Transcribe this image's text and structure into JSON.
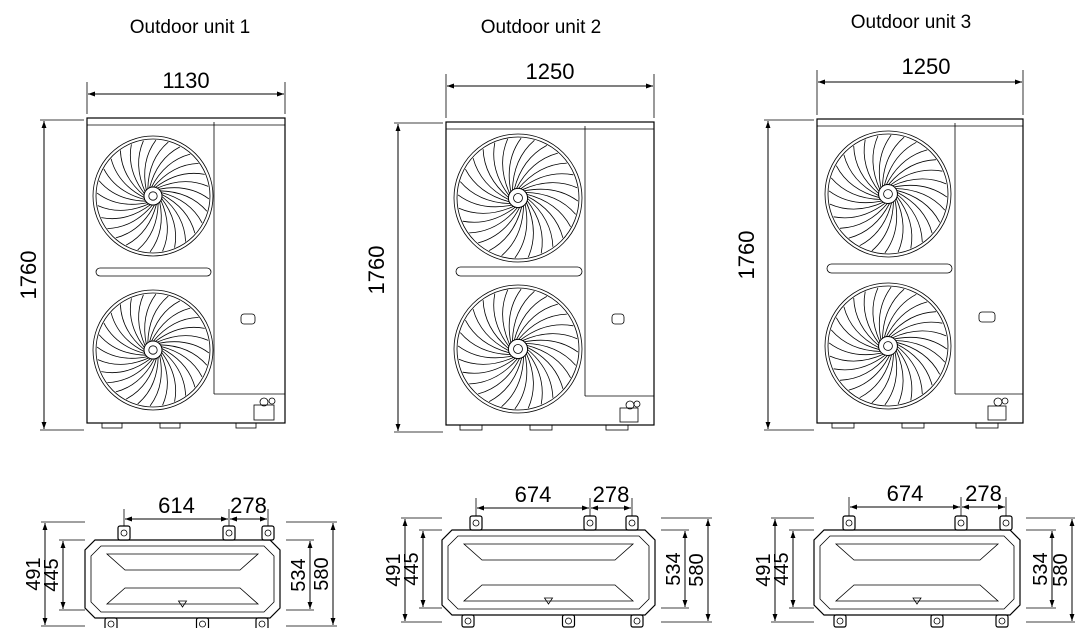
{
  "units": [
    {
      "title": "Outdoor unit 1",
      "front": {
        "width": "1130",
        "height": "1760"
      },
      "base": {
        "span_a": "614",
        "span_b": "278",
        "depth_outer": "491",
        "depth_inner": "445",
        "side_inner": "534",
        "side_outer": "580"
      }
    },
    {
      "title": "Outdoor unit 2",
      "front": {
        "width": "1250",
        "height": "1760"
      },
      "base": {
        "span_a": "674",
        "span_b": "278",
        "depth_outer": "491",
        "depth_inner": "445",
        "side_inner": "534",
        "side_outer": "580"
      }
    },
    {
      "title": "Outdoor unit 3",
      "front": {
        "width": "1250",
        "height": "1760"
      },
      "base": {
        "span_a": "674",
        "span_b": "278",
        "depth_outer": "491",
        "depth_inner": "445",
        "side_inner": "534",
        "side_outer": "580"
      }
    }
  ],
  "colors": {
    "line": "#000000",
    "background": "#ffffff"
  }
}
